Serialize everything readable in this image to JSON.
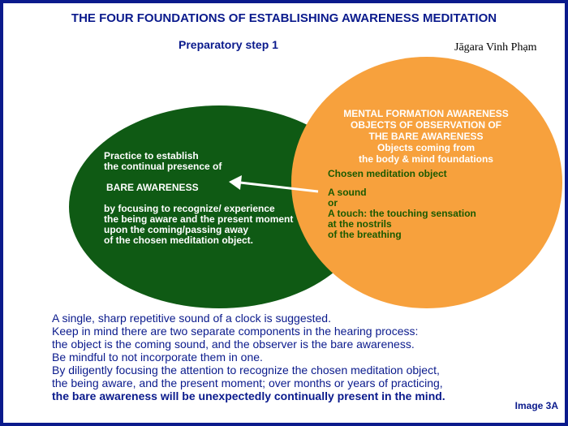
{
  "title": "THE FOUR FOUNDATIONS OF ESTABLISHING AWARENESS MEDITATION",
  "subtitle": "Preparatory step 1",
  "author": "Jāgara Vinh Phạm",
  "left_circle": {
    "lines": [
      "Practice to establish",
      "the continual presence of",
      "BARE AWARENESS",
      "by focusing to recognize/ experience",
      "the being aware and the present moment",
      "upon the coming/passing away",
      "of the chosen meditation object."
    ]
  },
  "right_circle": {
    "heading_lines": [
      "MENTAL FORMATION AWARENESS",
      "OBJECTS OF OBSERVATION OF",
      "THE BARE AWARENESS",
      "Objects coming  from",
      "the body & mind foundations"
    ],
    "body_lines": [
      "Chosen meditation object",
      "A sound",
      "or",
      "A touch: the touching sensation",
      "at the nostrils",
      "of the breathing"
    ]
  },
  "bottom_lines": [
    "A single, sharp repetitive sound of a clock is suggested.",
    "Keep in mind there are two separate components in the hearing process:",
    "the object is the coming sound, and the observer is the bare awareness.",
    "Be mindful to not incorporate them in one.",
    "By diligently focusing the attention to recognize the chosen meditation object,",
    "the being aware, and the present moment; over months or years of practicing,",
    "the bare awareness will be unexpectedly continually present in the mind."
  ],
  "image_label": "Image 3A",
  "colors": {
    "frame": "#0a1a8c",
    "green_circle": "#0f5a14",
    "orange_circle": "#f7a13d",
    "orange_text": "#1a5a00",
    "text_blue": "#0a1a8c"
  },
  "icons": {
    "arrow": "arrow-left-icon"
  }
}
